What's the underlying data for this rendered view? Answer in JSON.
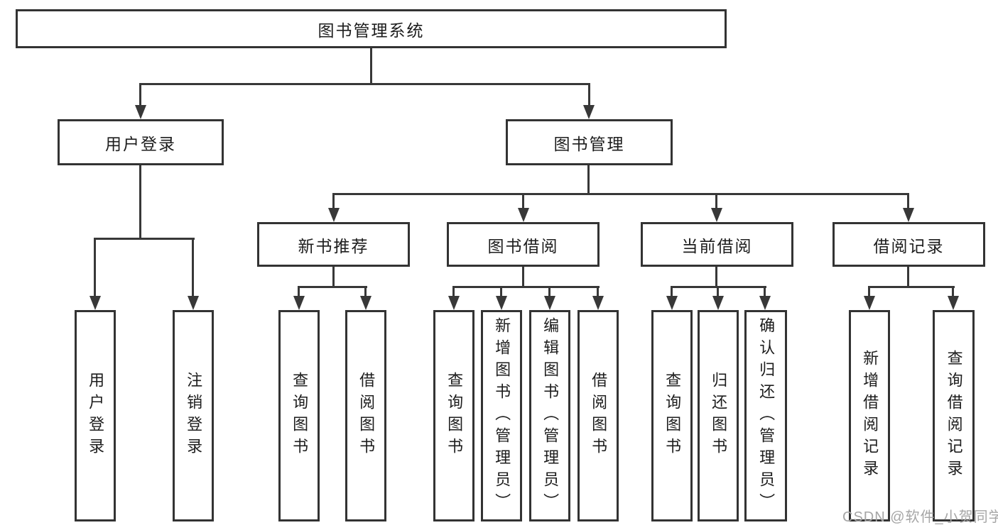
{
  "page": {
    "watermark": "CSDN @软件_小贺同学"
  },
  "colors": {
    "line": "#383838",
    "box_border": "#333333",
    "text": "#1d1d1d",
    "watermark": "#a6a6a6",
    "background": "#ffffff"
  },
  "tree": {
    "root": "图书管理系统",
    "branches": [
      {
        "label": "用户登录",
        "children": [
          "用户登录",
          "注销登录"
        ]
      },
      {
        "label": "图书管理",
        "groups": [
          {
            "label": "新书推荐",
            "children": [
              "查询图书",
              "借阅图书"
            ]
          },
          {
            "label": "图书借阅",
            "children": [
              "查询图书",
              "新增图书（管理员）",
              "编辑图书（管理员）",
              "借阅图书"
            ]
          },
          {
            "label": "当前借阅",
            "children": [
              "查询图书",
              "归还图书",
              "确认归还（管理员）"
            ]
          },
          {
            "label": "借阅记录",
            "children": [
              "新增借阅记录",
              "查询借阅记录"
            ]
          }
        ]
      }
    ]
  }
}
